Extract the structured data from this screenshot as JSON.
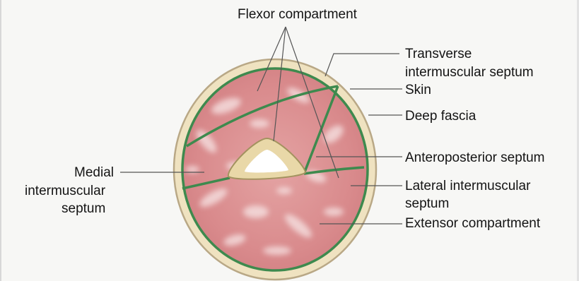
{
  "labels": {
    "flexor_compartment": "Flexor compartment",
    "transverse_septum_line1": "Transverse",
    "transverse_septum_line2": "intermuscular septum",
    "skin": "Skin",
    "deep_fascia": "Deep fascia",
    "anteroposterior_septum": "Anteroposterior septum",
    "lateral_septum_line1": "Lateral intermuscular",
    "lateral_septum_line2": "septum",
    "extensor_compartment": "Extensor compartment",
    "medial_septum_line1": "Medial",
    "medial_septum_line2": "intermuscular",
    "medial_septum_line3": "septum"
  },
  "colors": {
    "background": "#f7f7f5",
    "skin": "#efe2c0",
    "skin_edge": "#b9a886",
    "fascia": "#3e8a4e",
    "muscle": "#d98a8c",
    "muscle_highlight": "#f7e6e6",
    "bone": "#e9d8a8",
    "marrow": "#ffffff",
    "leader_line": "#555555"
  }
}
